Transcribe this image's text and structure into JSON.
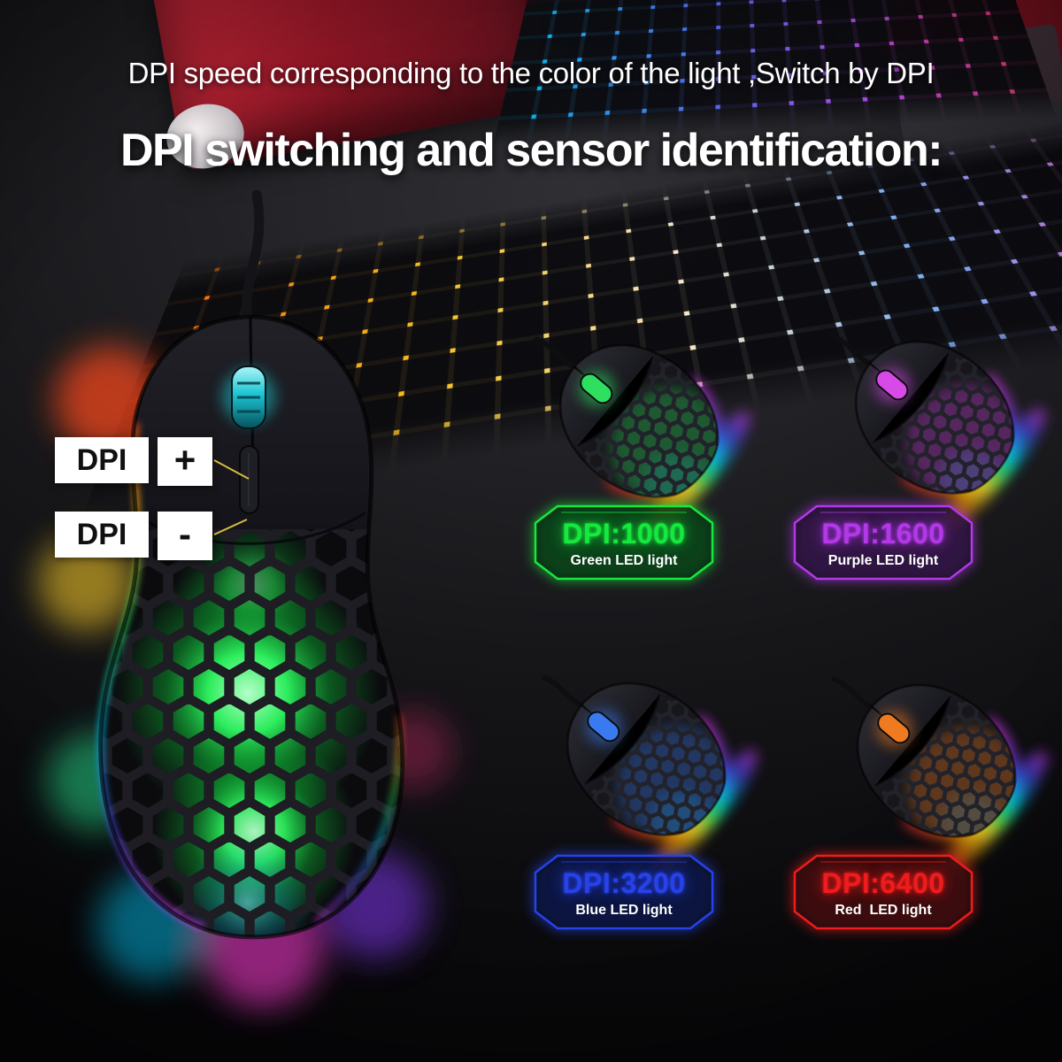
{
  "page": {
    "subtitle": "DPI speed corresponding to the color of the light ,Switch by DPI",
    "title": "DPI switching and sensor identification:"
  },
  "callouts": {
    "plus": {
      "label": "DPI",
      "sign": "+"
    },
    "minus": {
      "label": "DPI",
      "sign": "-"
    }
  },
  "dpi_modes": [
    {
      "dpi": "DPI:1000",
      "led": "Green LED light",
      "color": "#17e83e",
      "wheel": "#2fe060"
    },
    {
      "dpi": "DPI:1600",
      "led": "Purple LED light",
      "color": "#b238e8",
      "wheel": "#d84ae8"
    },
    {
      "dpi": "DPI:3200",
      "led": "Blue LED light",
      "color": "#2742e8",
      "wheel": "#3a7af0"
    },
    {
      "dpi": "DPI:6400",
      "led": "Red  LED light",
      "color": "#ee1c1c",
      "wheel": "#f07a20"
    }
  ],
  "colors": {
    "accent_line": "#d9b93f"
  }
}
